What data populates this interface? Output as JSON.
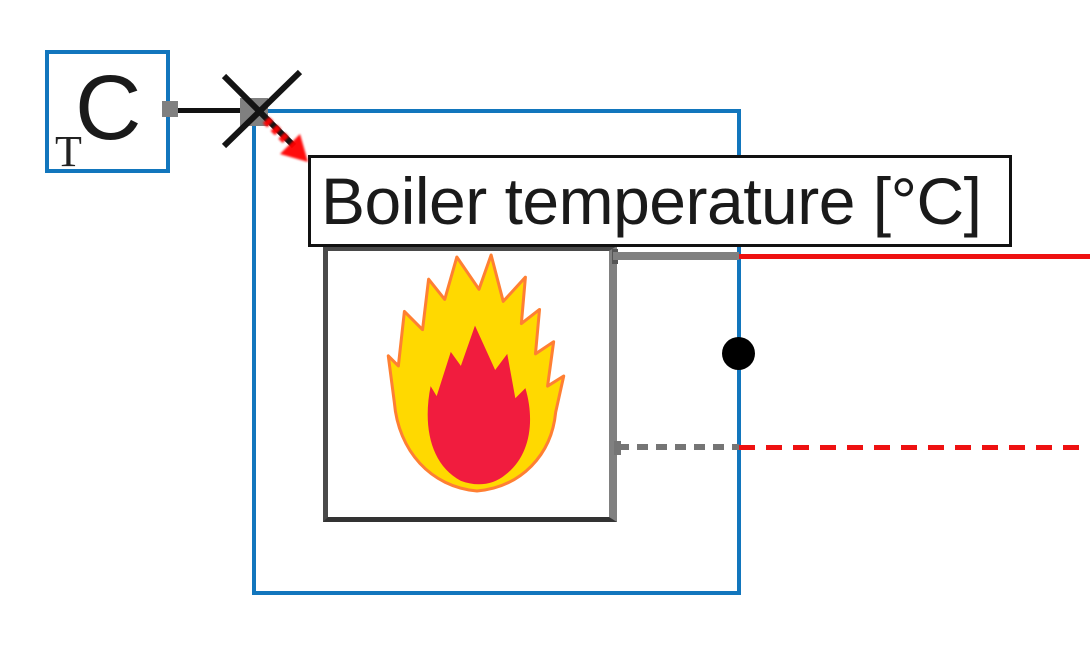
{
  "colors": {
    "selection_blue": "#1276bd",
    "signal_red": "#ee1111",
    "connector_gray": "#808080",
    "wire_black": "#111111",
    "boiler_border_dark": "#4a4a4a",
    "label_border": "#111111",
    "flame_yellow": "#ffd900",
    "flame_orange": "#ff7f33",
    "flame_red": "#f11c3e"
  },
  "sensor": {
    "letter": "C",
    "subscript": "T"
  },
  "label": {
    "text": "Boiler temperature [°C]"
  },
  "icons": {
    "flame": "flame-icon",
    "cross": "cross-marker-icon",
    "arrow": "connect-arrow-icon",
    "dot": "connection-dot"
  }
}
